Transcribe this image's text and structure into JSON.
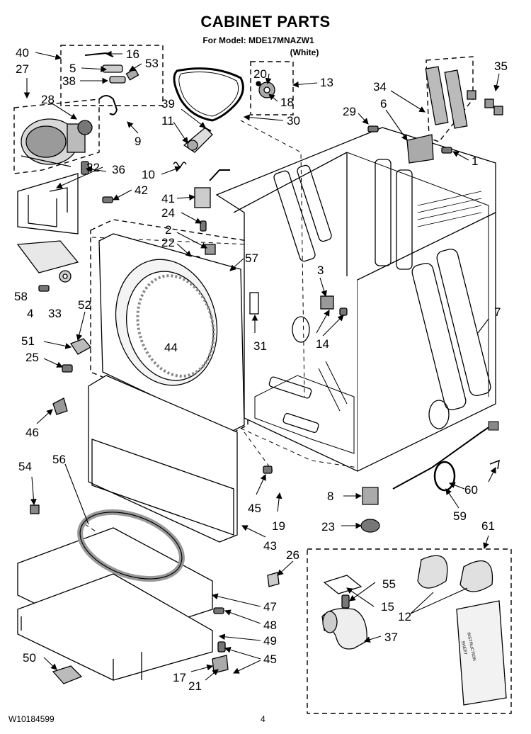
{
  "header": {
    "title": "CABINET PARTS",
    "model_line": "For Model: MDE17MNAZW1",
    "color_line": "(White)"
  },
  "footer": {
    "doc_number": "W10184599",
    "page_number": "4"
  },
  "callouts": {
    "c40": "40",
    "c27": "27",
    "c16": "16",
    "c5": "5",
    "c53": "53",
    "c38": "38",
    "c28": "28",
    "c9": "9",
    "c20": "20",
    "c13": "13",
    "c18": "18",
    "c30": "30",
    "c39": "39",
    "c11": "11",
    "c35": "35",
    "c34": "34",
    "c6": "6",
    "c29": "29",
    "c1": "1",
    "c32": "32",
    "c36": "36",
    "c10": "10",
    "c42": "42",
    "c41": "41",
    "c24": "24",
    "c2": "2",
    "c22": "22",
    "c57": "57",
    "c58": "58",
    "c33": "33",
    "c4": "4",
    "c3": "3",
    "c7": "7",
    "c52": "52",
    "c51": "51",
    "c14": "14",
    "c31": "31",
    "c44": "44",
    "c25": "25",
    "c46": "46",
    "c54": "54",
    "c56": "56",
    "c8": "8",
    "c60": "60",
    "c23": "23",
    "c45a": "45",
    "c19": "19",
    "c59": "59",
    "c43": "43",
    "c61": "61",
    "c26": "26",
    "c55": "55",
    "c15": "15",
    "c12": "12",
    "c47": "47",
    "c48": "48",
    "c37": "37",
    "c49": "49",
    "c50": "50",
    "c45b": "45",
    "c17": "17",
    "c21": "21"
  },
  "manual_cover_text": [
    "INSTRUCTION",
    "SHEET"
  ]
}
